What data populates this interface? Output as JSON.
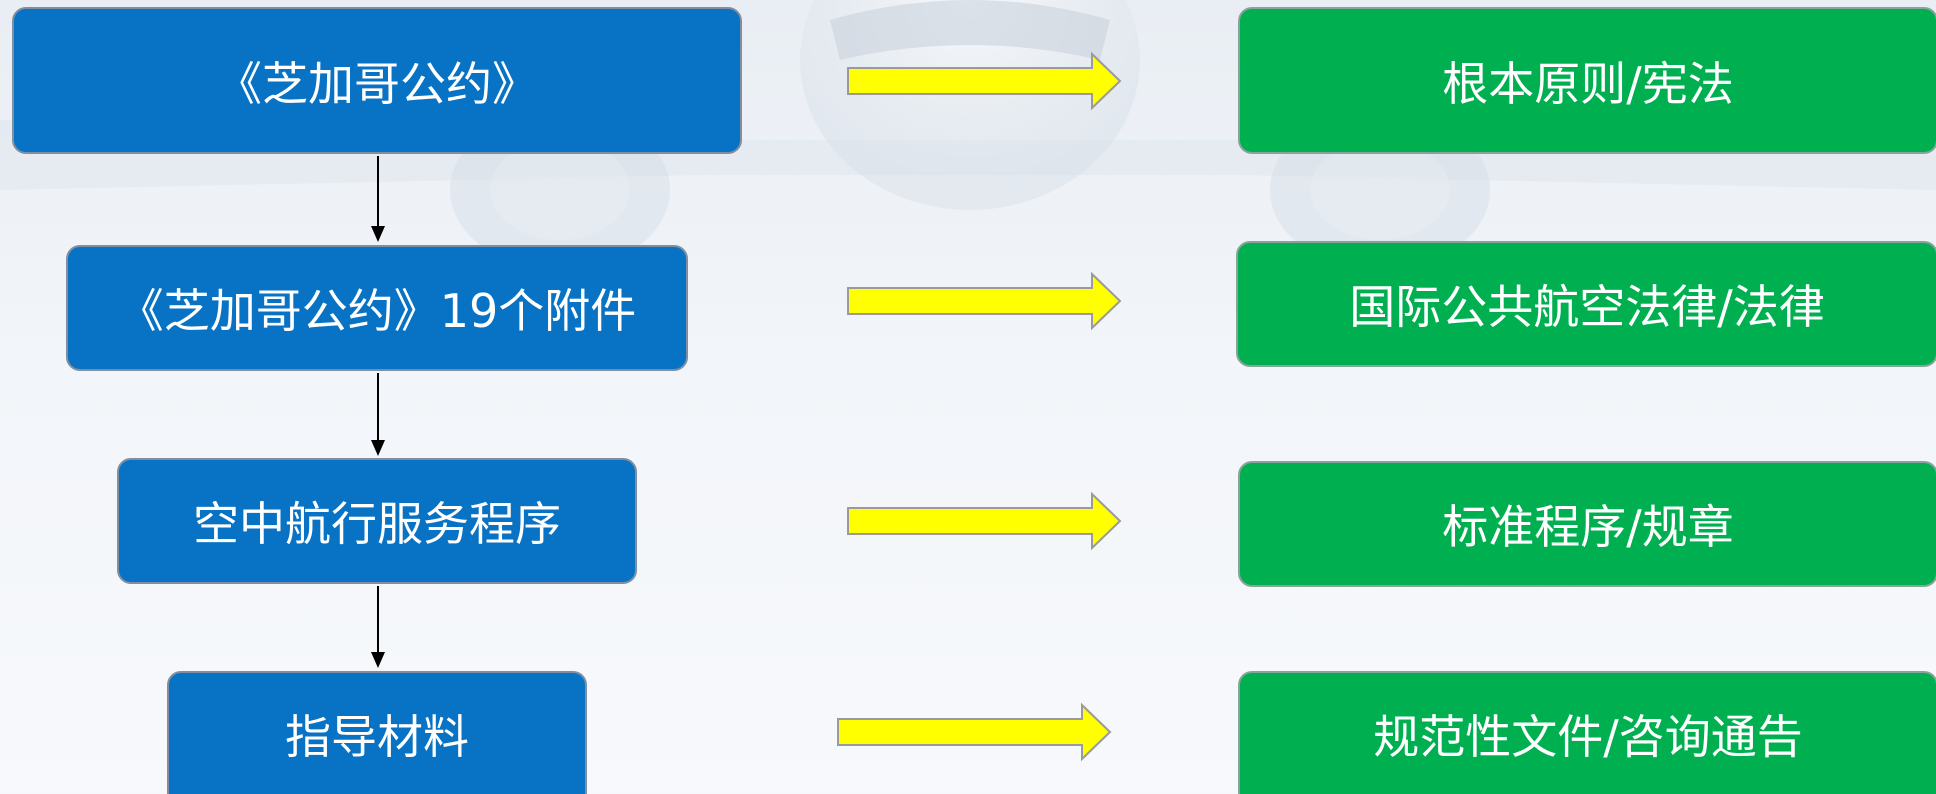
{
  "left_column": [
    {
      "label": "《芝加哥公约》"
    },
    {
      "label": "《芝加哥公约》19个附件"
    },
    {
      "label": "空中航行服务程序"
    },
    {
      "label": "指导材料"
    }
  ],
  "right_column": [
    {
      "label": "根本原则/宪法"
    },
    {
      "label": "国际公共航空法律/法律"
    },
    {
      "label": "标准程序/规章"
    },
    {
      "label": "规范性文件/咨询通告"
    }
  ],
  "colors": {
    "left_box_fill": "#0872c4",
    "right_box_fill": "#00b050",
    "mapping_arrow_fill": "#ffff00",
    "connector_arrow": "#000000",
    "background": "#eef2f7"
  },
  "icons": {
    "down_connector": "down-arrow-icon",
    "mapping_arrow": "right-arrow-icon"
  }
}
